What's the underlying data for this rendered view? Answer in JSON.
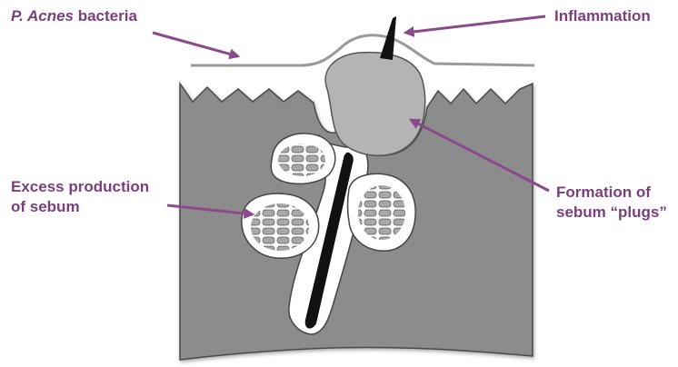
{
  "colors": {
    "label_purple": "#7a3f7c",
    "arrow_purple": "#8a4a8c",
    "dermis_gray": "#8c8c8c",
    "plug_gray": "#b4b4b4",
    "skin_line_gray": "#9a9a9a",
    "hair_black": "#111111"
  },
  "labels": {
    "p_acnes": {
      "italic_part": "P. Acnes",
      "rest": " bacteria"
    },
    "inflammation": "Inflammation",
    "excess": {
      "line1": "Excess production",
      "line2": "of sebum"
    },
    "formation": {
      "line1": "Formation of",
      "line2": "sebum “plugs”"
    }
  }
}
